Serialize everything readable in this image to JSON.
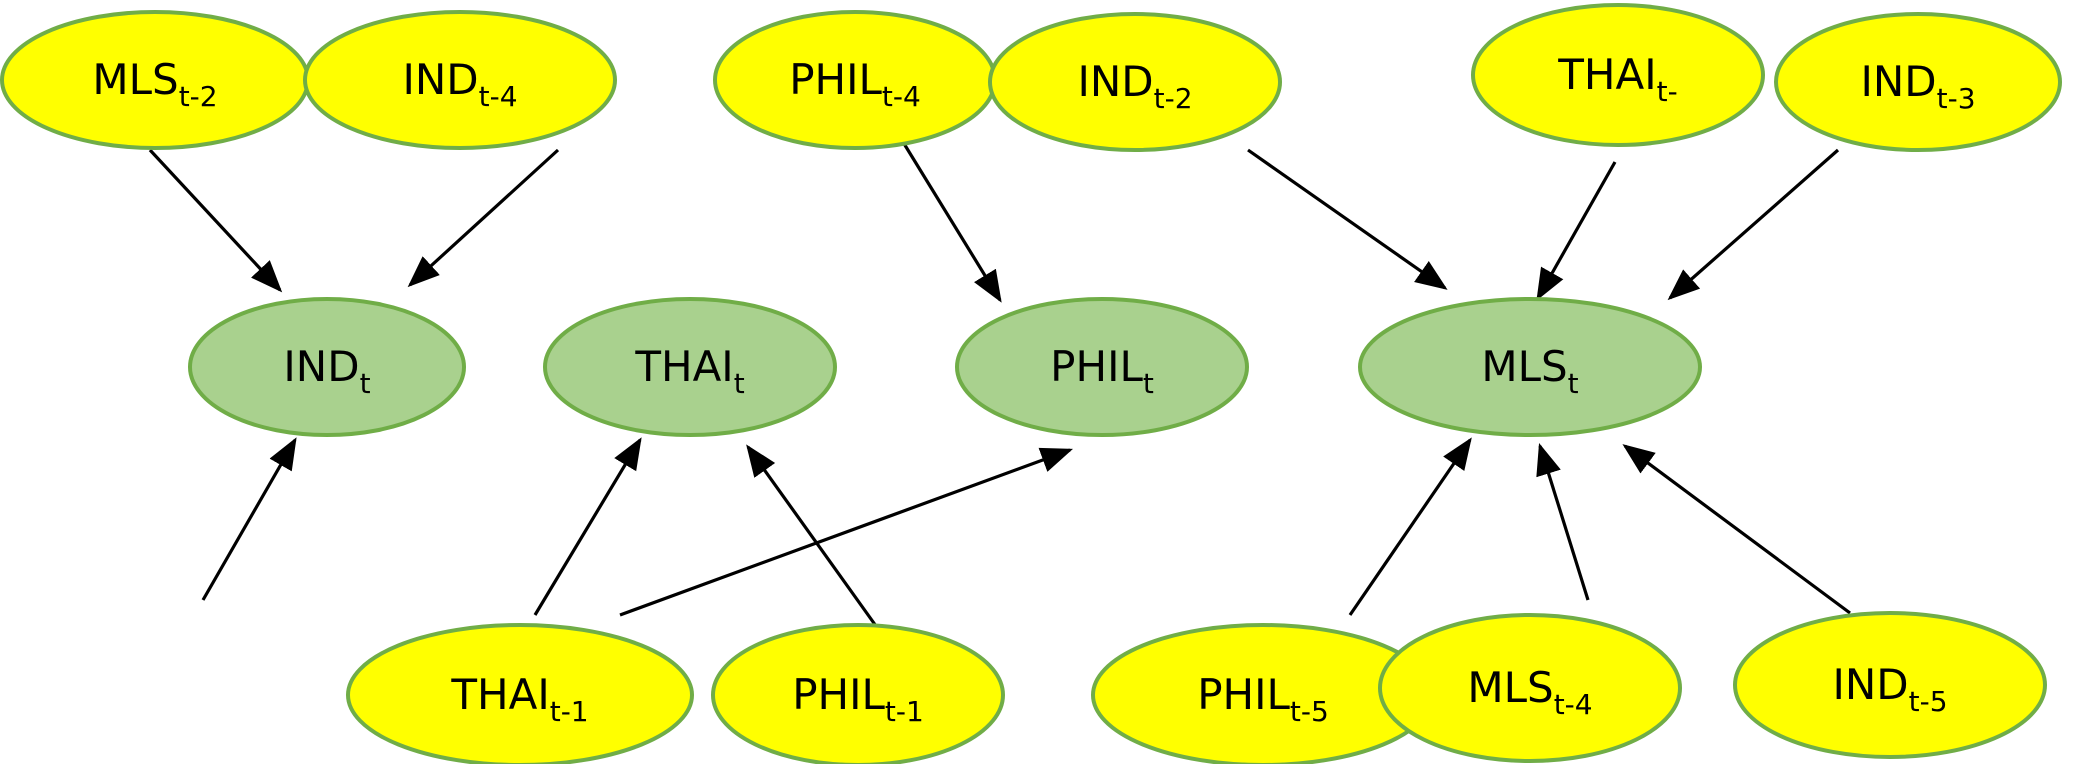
{
  "colors": {
    "lag_fill": "#ffff00",
    "current_fill": "#a9d18e",
    "stroke": "#70ad47",
    "arrow": "#000000"
  },
  "nodes": [
    {
      "id": "mls_t2",
      "base": "MLS",
      "sub": "t-2",
      "kind": "lag"
    },
    {
      "id": "ind_t4",
      "base": "IND",
      "sub": "t-4",
      "kind": "lag"
    },
    {
      "id": "phil_t4",
      "base": "PHIL",
      "sub": "t-4",
      "kind": "lag"
    },
    {
      "id": "ind_t2",
      "base": "IND",
      "sub": "t-2",
      "kind": "lag"
    },
    {
      "id": "thai_tx",
      "base": "THAI",
      "sub": "t-",
      "kind": "lag"
    },
    {
      "id": "ind_t3",
      "base": "IND",
      "sub": "t-3",
      "kind": "lag"
    },
    {
      "id": "ind_t",
      "base": "IND",
      "sub": "t",
      "kind": "current"
    },
    {
      "id": "thai_t",
      "base": "THAI",
      "sub": "t",
      "kind": "current"
    },
    {
      "id": "phil_t",
      "base": "PHIL",
      "sub": "t",
      "kind": "current"
    },
    {
      "id": "mls_t",
      "base": "MLS",
      "sub": "t",
      "kind": "current"
    },
    {
      "id": "thai_t1",
      "base": "THAI",
      "sub": "t-1",
      "kind": "lag"
    },
    {
      "id": "phil_t1",
      "base": "PHIL",
      "sub": "t-1",
      "kind": "lag"
    },
    {
      "id": "phil_t5",
      "base": "PHIL",
      "sub": "t-5",
      "kind": "lag"
    },
    {
      "id": "mls_t4",
      "base": "MLS",
      "sub": "t-4",
      "kind": "lag"
    },
    {
      "id": "ind_t5",
      "base": "IND",
      "sub": "t-5",
      "kind": "lag"
    }
  ],
  "edges": [
    {
      "from": "mls_t2",
      "to": "ind_t"
    },
    {
      "from": "ind_t4",
      "to": "ind_t"
    },
    {
      "from": "phil_t4",
      "to": "phil_t"
    },
    {
      "from": "ind_t2",
      "to": "mls_t"
    },
    {
      "from": "thai_tx",
      "to": "mls_t"
    },
    {
      "from": "ind_t3",
      "to": "mls_t"
    },
    {
      "from": "unlabeled",
      "to": "ind_t"
    },
    {
      "from": "thai_t1",
      "to": "thai_t"
    },
    {
      "from": "phil_t1",
      "to": "thai_t"
    },
    {
      "from": "thai_t1",
      "to": "phil_t"
    },
    {
      "from": "phil_t5",
      "to": "mls_t"
    },
    {
      "from": "mls_t4",
      "to": "mls_t"
    },
    {
      "from": "ind_t5",
      "to": "mls_t"
    }
  ]
}
